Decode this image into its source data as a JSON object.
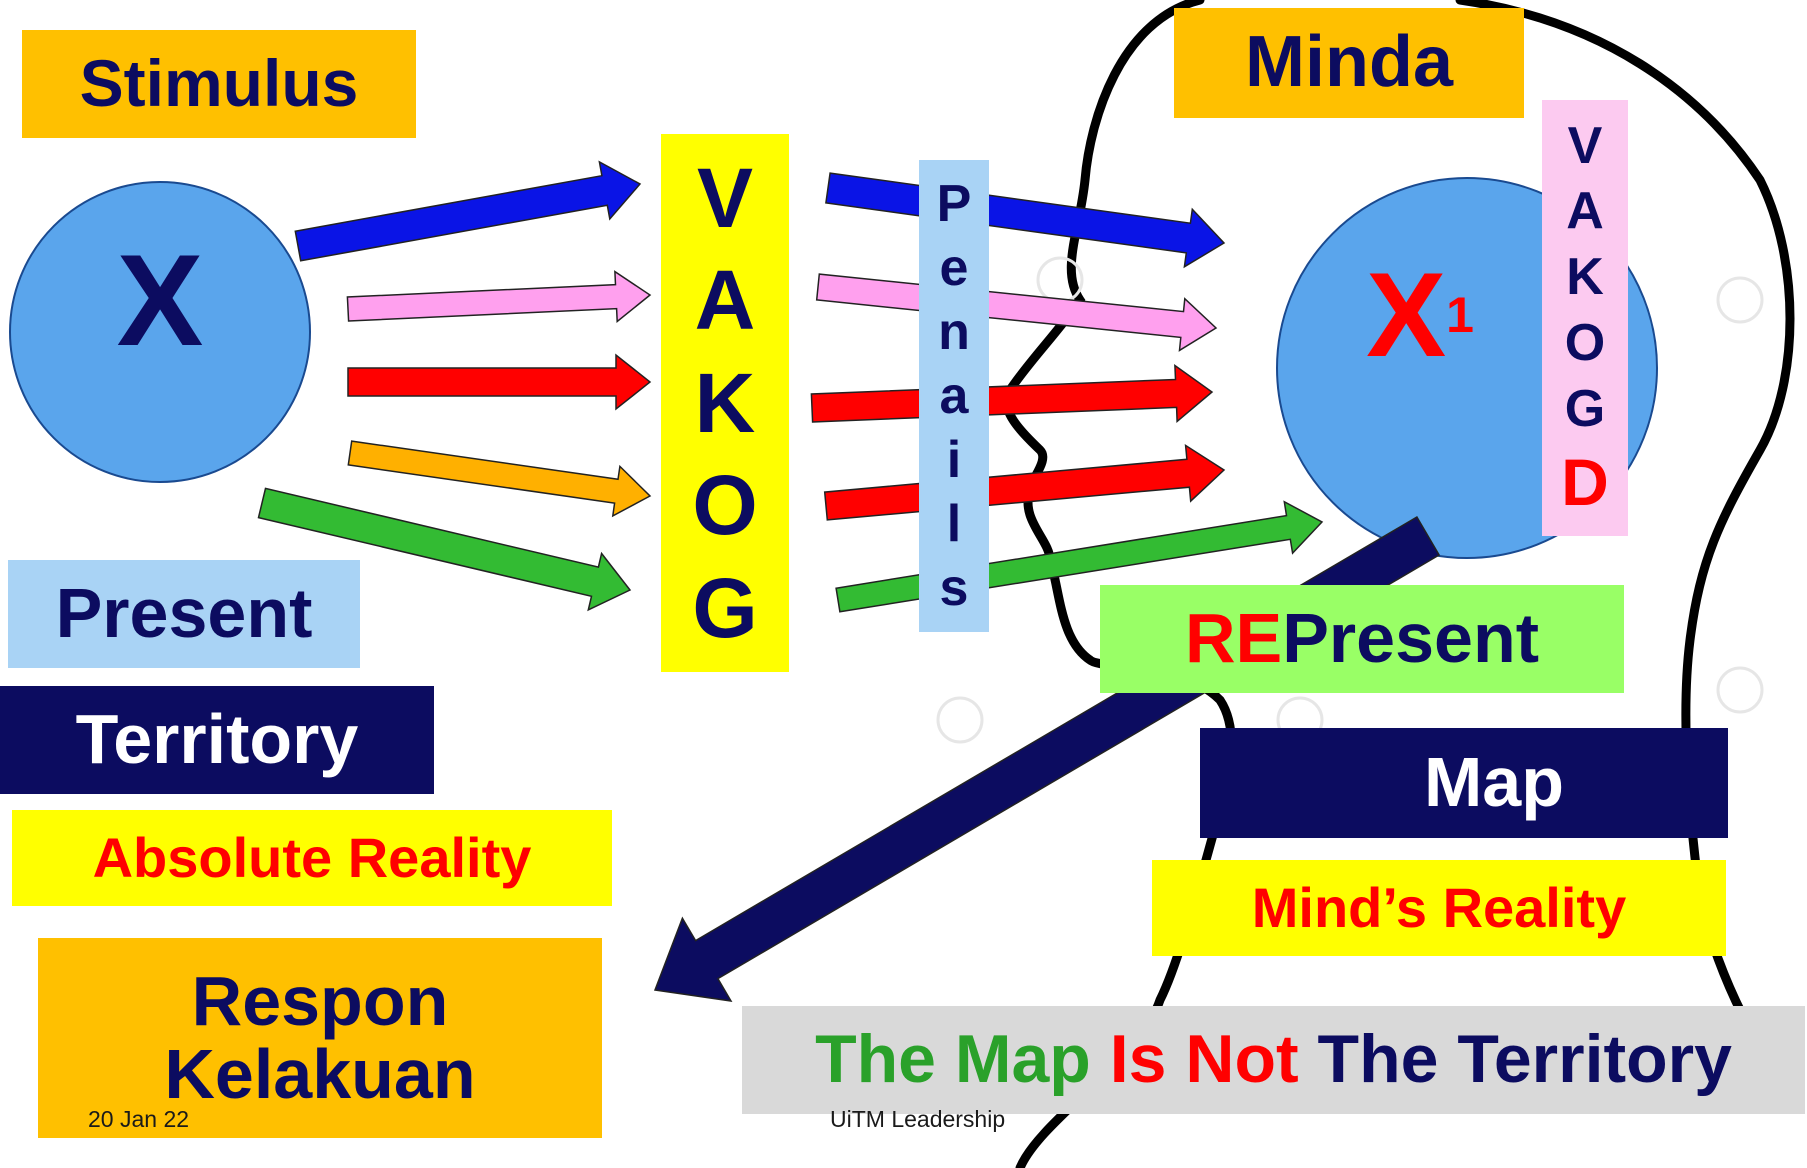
{
  "stimulus_label": "Stimulus",
  "minda_label": "Minda",
  "x_label": "X",
  "x1_label": "X",
  "x1_subscript": "1",
  "vakog_letters": [
    "V",
    "A",
    "K",
    "O",
    "G"
  ],
  "penails_letters": [
    "P",
    "e",
    "n",
    "a",
    "i",
    "l",
    "s"
  ],
  "mind_letters": [
    "V",
    "A",
    "K",
    "O",
    "G"
  ],
  "mind_extra_letter": "D",
  "present_label": "Present",
  "represent_prefix": "RE",
  "represent_rest": "Present",
  "territory_label": "Territory",
  "map_label": "Map",
  "absolute_reality": "Absolute Reality",
  "minds_reality": "Mind’s Reality",
  "respon_line1": "Respon",
  "respon_line2": "Kelakuan",
  "motto": {
    "part1": "The Map ",
    "part2": "Is Not",
    "part3": " The Territory"
  },
  "footer": {
    "date": "20 Jan 22",
    "org": "UiTM Leadership"
  },
  "colors": {
    "orange": "#ffc000",
    "navy": "#0c0c60",
    "yellow": "#ffff00",
    "light_blue": "#a9d3f5",
    "circle_blue": "#5aa5ec",
    "pink": "#fccaf0",
    "light_green": "#99ff66",
    "grey": "#d9d9d9",
    "arrow_blue": "#0a14e6",
    "arrow_pink": "#ffa0ee",
    "arrow_red": "#ff0000",
    "arrow_orange": "#ffb000",
    "arrow_green": "#33bb33"
  }
}
